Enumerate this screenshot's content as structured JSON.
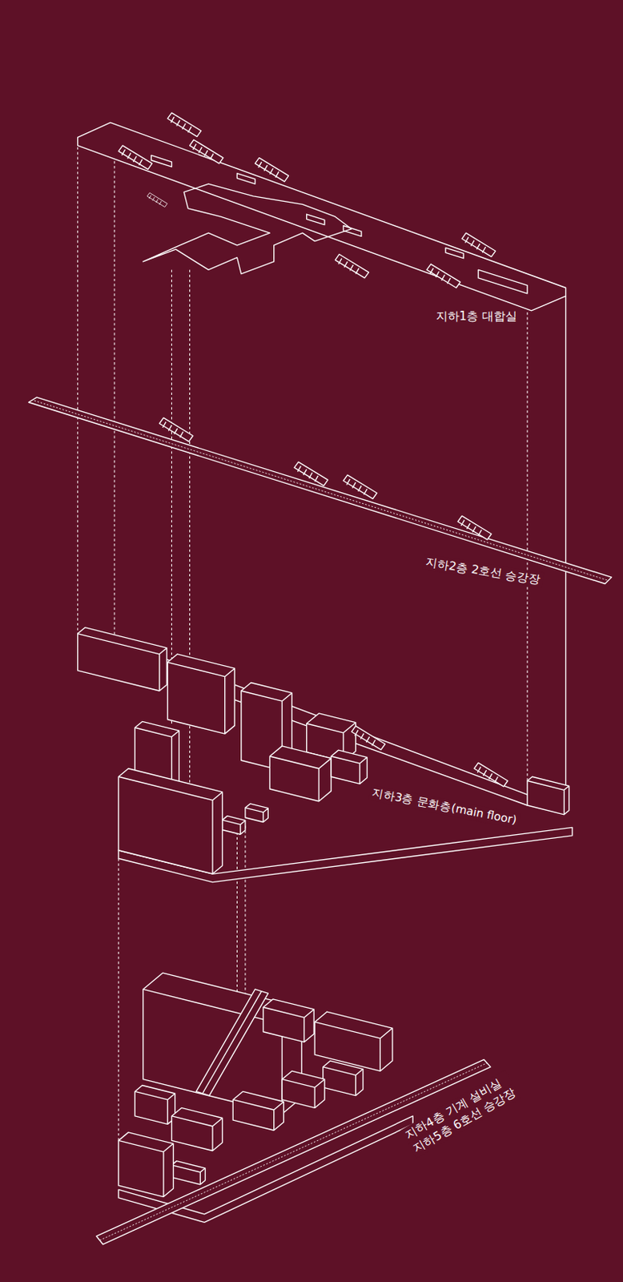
{
  "diagram": {
    "labels": [
      "지하1층 대합실",
      "지하2층 2호선 승강장",
      "지하3층 문화층(main floor)",
      "지하4층 기계 설비실",
      "지하5층 6호선 승강장"
    ]
  }
}
